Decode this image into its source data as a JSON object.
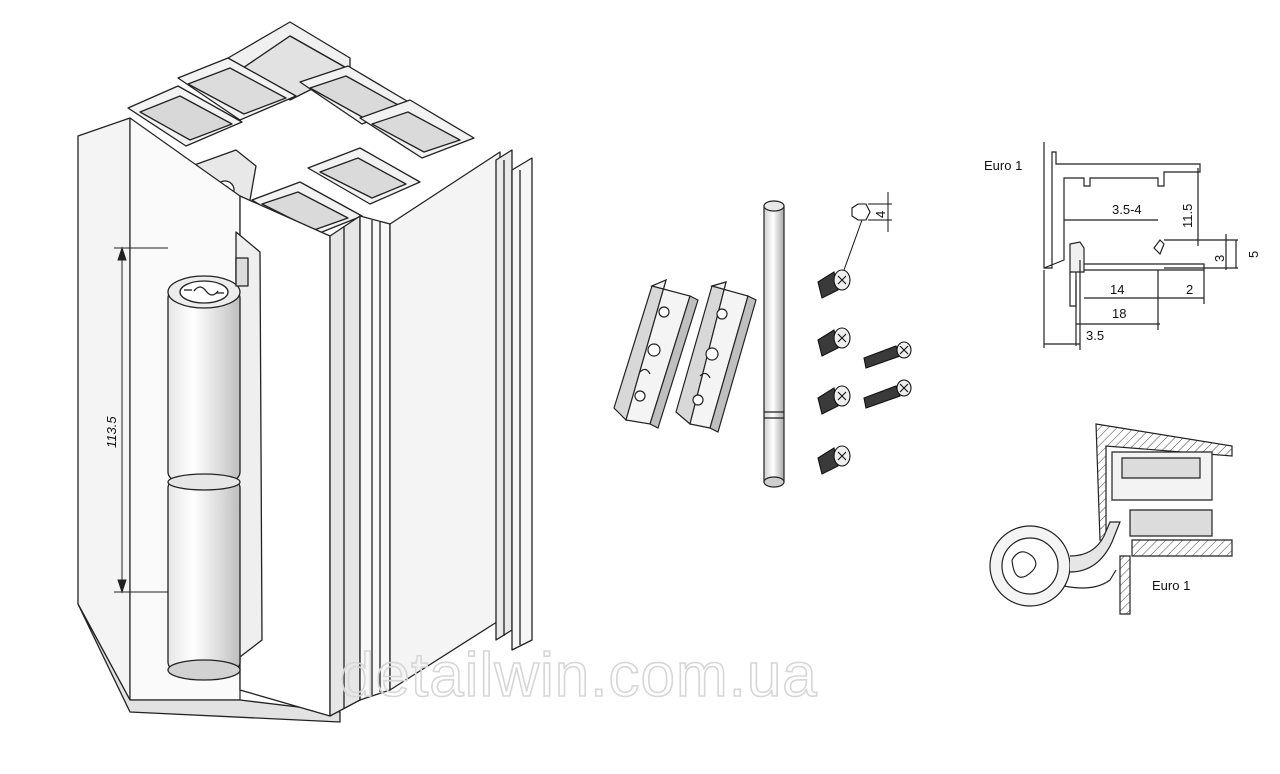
{
  "hinge_height_label": "113.5",
  "screw_dim_label": "4",
  "profile_a": {
    "title": "Euro 1",
    "dims": {
      "d_3_5_4": "3.5-4",
      "d_11_5": "11.5",
      "d_5": "5",
      "d_3": "3",
      "d_14": "14",
      "d_2": "2",
      "d_18": "18",
      "d_3_5": "3.5"
    }
  },
  "profile_b": {
    "title": "Euro 1"
  },
  "watermark": "detailwin.com.ua",
  "colors": {
    "line": "#222222",
    "fill_light": "#f2f2f2",
    "fill_mid": "#d9d9d9",
    "fill_dark": "#bdbdbd"
  }
}
